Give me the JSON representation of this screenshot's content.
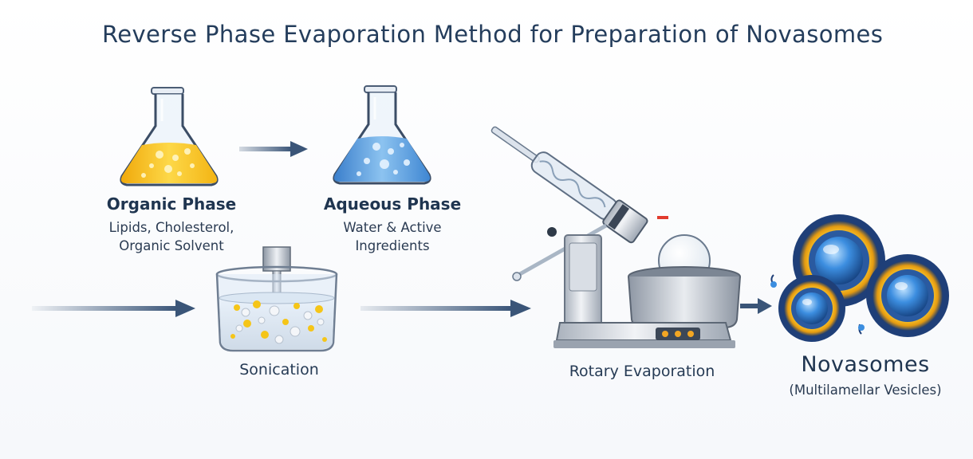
{
  "title": "Reverse Phase Evaporation Method for Preparation of Novasomes",
  "steps": {
    "organic": {
      "name": "Organic Phase",
      "detail_line1": "Lipids, Cholesterol,",
      "detail_line2": "Organic Solvent",
      "color": "#f7c21b"
    },
    "aqueous": {
      "name": "Aqueous Phase",
      "detail_line1": "Water & Active",
      "detail_line2": "Ingredients",
      "color": "#4a90d9"
    },
    "sonication": {
      "name": "Sonication"
    },
    "rotary": {
      "name": "Rotary Evaporation"
    },
    "product": {
      "name": "Novasomes",
      "detail": "(Multilamellar Vesicles)"
    }
  },
  "colors": {
    "arrow": "#3a5578",
    "text": "#1f3550",
    "steel": "#c9ced6"
  }
}
